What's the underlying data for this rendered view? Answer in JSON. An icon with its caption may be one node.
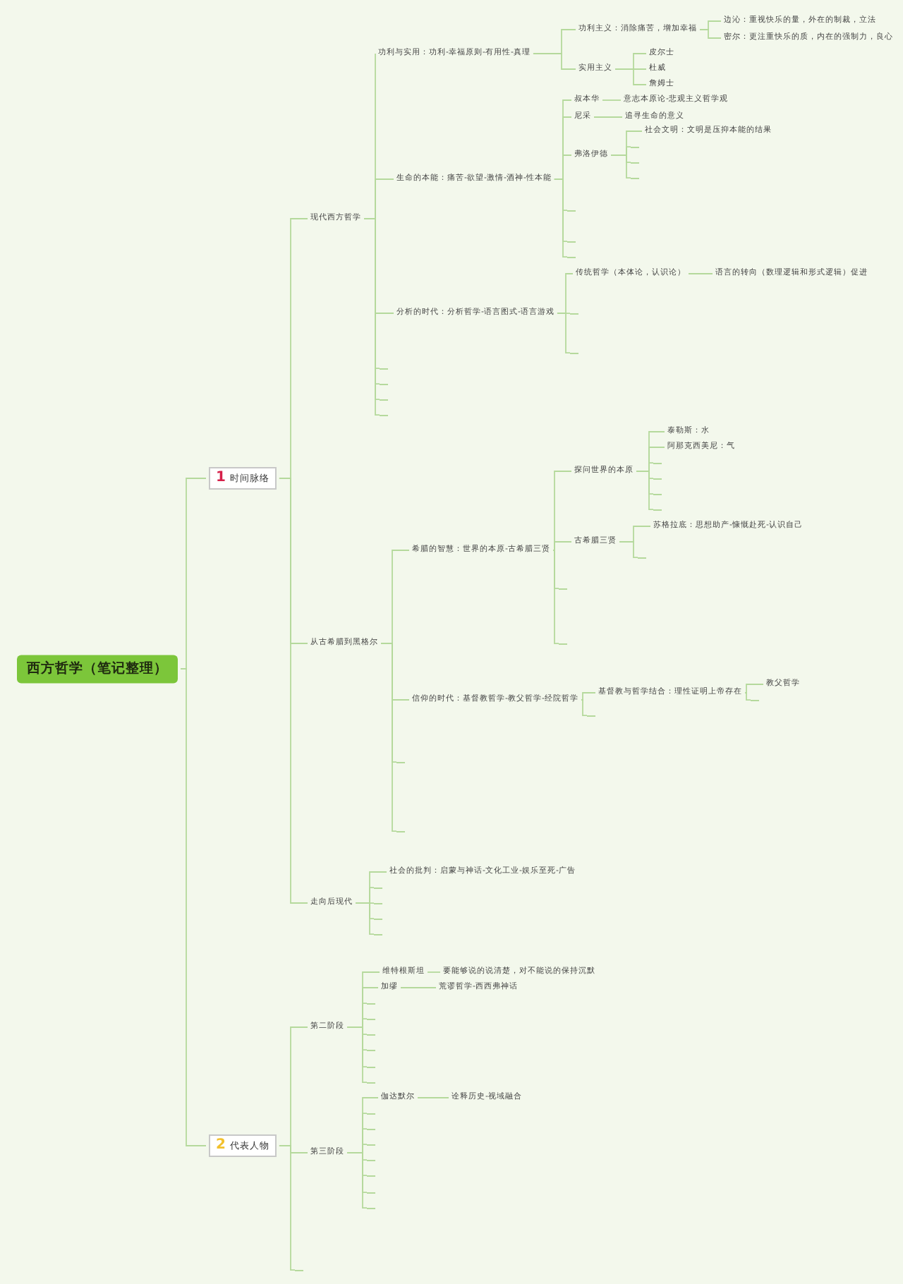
{
  "diagram": {
    "nodes": [
      {
        "text": [
          "西方哲学（笔记整理）"
        ]
      },
      {
        "text": [
          "1",
          "时间脉络"
        ]
      },
      {
        "text": [
          "2",
          "代表人物"
        ]
      },
      {
        "text": [
          "现代西方哲学"
        ]
      },
      {
        "text": [
          "功利与实用：功利-幸福原则-有用性-真理"
        ]
      },
      {
        "text": [
          "功利主义：消除痛苦，增加幸福"
        ]
      },
      {
        "text": [
          "边沁：重视快乐的量，外在的制裁，立法"
        ]
      },
      {
        "text": [
          "密尔：更注重快乐的质，内在的强制力，良心"
        ]
      },
      {
        "text": [
          "实用主义"
        ]
      },
      {
        "text": [
          "皮尔士"
        ]
      },
      {
        "text": [
          "杜威"
        ]
      },
      {
        "text": [
          "詹姆士"
        ]
      },
      {
        "text": [
          "生命的本能：痛苦-欲望-激情-酒神-性本能"
        ]
      },
      {
        "text": [
          "叔本华"
        ]
      },
      {
        "text": [
          "意志本原论-悲观主义哲学观"
        ]
      },
      {
        "text": [
          "尼采"
        ]
      },
      {
        "text": [
          "追寻生命的意义"
        ]
      },
      {
        "text": [
          "弗洛伊德"
        ]
      },
      {
        "text": [
          "社会文明：文明是压抑本能的结果"
        ]
      },
      {
        "text": [
          "分析的时代：分析哲学-语言图式-语言游戏"
        ]
      },
      {
        "text": [
          "传统哲学（本体论，认识论）"
        ]
      },
      {
        "text": [
          "语言的转向（数理逻辑和形式逻辑）促进"
        ]
      },
      {
        "text": [
          "从古希腊到黑格尔"
        ]
      },
      {
        "text": [
          "希腊的智慧：世界的本原-古希腊三贤"
        ]
      },
      {
        "text": [
          "探问世界的本原"
        ]
      },
      {
        "text": [
          "泰勒斯：水"
        ]
      },
      {
        "text": [
          "阿那克西美尼：气"
        ]
      },
      {
        "text": [
          "古希腊三贤"
        ]
      },
      {
        "text": [
          "苏格拉底：思想助产-慷慨赴死-认识自己"
        ]
      },
      {
        "text": [
          "信仰的时代：基督教哲学-教父哲学-经院哲学"
        ]
      },
      {
        "text": [
          "基督教与哲学结合：理性证明上帝存在"
        ]
      },
      {
        "text": [
          "教父哲学"
        ]
      },
      {
        "text": [
          "走向后现代"
        ]
      },
      {
        "text": [
          "社会的批判：启蒙与神话-文化工业-娱乐至死-广告"
        ]
      },
      {
        "text": [
          "第二阶段"
        ]
      },
      {
        "text": [
          "维特根斯坦"
        ]
      },
      {
        "text": [
          "要能够说的说清楚，对不能说的保持沉默"
        ]
      },
      {
        "text": [
          "加缪"
        ]
      },
      {
        "text": [
          "荒谬哲学-西西弗神话"
        ]
      },
      {
        "text": [
          "第三阶段"
        ]
      },
      {
        "text": [
          "伽达默尔"
        ]
      },
      {
        "text": [
          "诠释历史-视域融合"
        ]
      },
      {
        "text": [],
        "shape": "line"
      },
      {
        "text": [],
        "shape": "line"
      },
      {
        "text": [],
        "shape": "line"
      },
      {
        "text": [],
        "shape": "line"
      },
      {
        "text": [],
        "shape": "line"
      },
      {
        "text": [],
        "shape": "line"
      },
      {
        "text": [],
        "shape": "line"
      },
      {
        "text": [],
        "shape": "line"
      },
      {
        "text": [],
        "shape": "line"
      },
      {
        "text": [],
        "shape": "line"
      },
      {
        "text": [],
        "shape": "line"
      },
      {
        "text": [],
        "shape": "line"
      },
      {
        "text": [],
        "shape": "line"
      },
      {
        "text": [],
        "shape": "line"
      },
      {
        "text": [],
        "shape": "line"
      },
      {
        "text": [],
        "shape": "line"
      },
      {
        "text": [],
        "shape": "line"
      },
      {
        "text": [],
        "shape": "line"
      },
      {
        "text": [],
        "shape": "line"
      },
      {
        "text": [],
        "shape": "line"
      },
      {
        "text": [],
        "shape": "line"
      },
      {
        "text": [],
        "shape": "line"
      },
      {
        "text": [],
        "shape": "line"
      },
      {
        "text": [],
        "shape": "line"
      },
      {
        "text": [],
        "shape": "line"
      },
      {
        "text": [],
        "shape": "line"
      },
      {
        "text": [],
        "shape": "line"
      },
      {
        "text": [],
        "shape": "line"
      },
      {
        "text": [],
        "shape": "line"
      },
      {
        "text": [],
        "shape": "line"
      },
      {
        "text": [],
        "shape": "line"
      },
      {
        "text": [],
        "shape": "line"
      },
      {
        "text": [],
        "shape": "line"
      },
      {
        "text": [],
        "shape": "line"
      },
      {
        "text": [],
        "shape": "line"
      },
      {
        "text": [],
        "shape": "line"
      },
      {
        "text": [],
        "shape": "line"
      },
      {
        "text": [],
        "shape": "line"
      },
      {
        "text": [],
        "shape": "line"
      },
      {
        "text": [],
        "shape": "line"
      },
      {
        "text": [],
        "shape": "line"
      }
    ],
    "edges": [
      {
        "from": 0,
        "to": 1,
        "arrow": "none"
      },
      {
        "from": 0,
        "to": 2,
        "arrow": "none"
      },
      {
        "from": 1,
        "to": 3,
        "arrow": "none"
      },
      {
        "from": 1,
        "to": 22,
        "arrow": "none"
      },
      {
        "from": 1,
        "to": 32,
        "arrow": "none"
      },
      {
        "from": 3,
        "to": 4,
        "arrow": "none"
      },
      {
        "from": 3,
        "to": 12,
        "arrow": "none"
      },
      {
        "from": 3,
        "to": 19,
        "arrow": "none"
      },
      {
        "from": 3,
        "to": 42,
        "arrow": "none"
      },
      {
        "from": 3,
        "to": 43,
        "arrow": "none"
      },
      {
        "from": 3,
        "to": 44,
        "arrow": "none"
      },
      {
        "from": 3,
        "to": 45,
        "arrow": "none"
      },
      {
        "from": 4,
        "to": 5,
        "arrow": "none"
      },
      {
        "from": 4,
        "to": 8,
        "arrow": "none"
      },
      {
        "from": 5,
        "to": 6,
        "arrow": "none"
      },
      {
        "from": 5,
        "to": 7,
        "arrow": "none"
      },
      {
        "from": 8,
        "to": 9,
        "arrow": "none"
      },
      {
        "from": 8,
        "to": 10,
        "arrow": "none"
      },
      {
        "from": 8,
        "to": 11,
        "arrow": "none"
      },
      {
        "from": 12,
        "to": 13,
        "arrow": "none"
      },
      {
        "from": 12,
        "to": 15,
        "arrow": "none"
      },
      {
        "from": 12,
        "to": 17,
        "arrow": "none"
      },
      {
        "from": 12,
        "to": 46,
        "arrow": "none"
      },
      {
        "from": 12,
        "to": 47,
        "arrow": "none"
      },
      {
        "from": 12,
        "to": 48,
        "arrow": "none"
      },
      {
        "from": 13,
        "to": 14,
        "arrow": "none"
      },
      {
        "from": 15,
        "to": 16,
        "arrow": "none"
      },
      {
        "from": 17,
        "to": 18,
        "arrow": "none"
      },
      {
        "from": 17,
        "to": 49,
        "arrow": "none"
      },
      {
        "from": 17,
        "to": 50,
        "arrow": "none"
      },
      {
        "from": 17,
        "to": 51,
        "arrow": "none"
      },
      {
        "from": 19,
        "to": 20,
        "arrow": "none"
      },
      {
        "from": 19,
        "to": 52,
        "arrow": "none"
      },
      {
        "from": 19,
        "to": 53,
        "arrow": "none"
      },
      {
        "from": 20,
        "to": 21,
        "arrow": "none"
      },
      {
        "from": 22,
        "to": 23,
        "arrow": "none"
      },
      {
        "from": 22,
        "to": 29,
        "arrow": "none"
      },
      {
        "from": 22,
        "to": 54,
        "arrow": "none"
      },
      {
        "from": 22,
        "to": 55,
        "arrow": "none"
      },
      {
        "from": 23,
        "to": 24,
        "arrow": "none"
      },
      {
        "from": 23,
        "to": 27,
        "arrow": "none"
      },
      {
        "from": 23,
        "to": 56,
        "arrow": "none"
      },
      {
        "from": 23,
        "to": 57,
        "arrow": "none"
      },
      {
        "from": 24,
        "to": 25,
        "arrow": "none"
      },
      {
        "from": 24,
        "to": 26,
        "arrow": "none"
      },
      {
        "from": 24,
        "to": 58,
        "arrow": "none"
      },
      {
        "from": 24,
        "to": 59,
        "arrow": "none"
      },
      {
        "from": 24,
        "to": 60,
        "arrow": "none"
      },
      {
        "from": 24,
        "to": 61,
        "arrow": "none"
      },
      {
        "from": 27,
        "to": 28,
        "arrow": "none"
      },
      {
        "from": 27,
        "to": 62,
        "arrow": "none"
      },
      {
        "from": 29,
        "to": 30,
        "arrow": "none"
      },
      {
        "from": 29,
        "to": 63,
        "arrow": "none"
      },
      {
        "from": 30,
        "to": 31,
        "arrow": "none"
      },
      {
        "from": 30,
        "to": 64,
        "arrow": "none"
      },
      {
        "from": 2,
        "to": 34,
        "arrow": "none"
      },
      {
        "from": 2,
        "to": 39,
        "arrow": "none"
      },
      {
        "from": 2,
        "to": 65,
        "arrow": "none"
      },
      {
        "from": 32,
        "to": 33,
        "arrow": "none"
      },
      {
        "from": 32,
        "to": 66,
        "arrow": "none"
      },
      {
        "from": 32,
        "to": 67,
        "arrow": "none"
      },
      {
        "from": 32,
        "to": 68,
        "arrow": "none"
      },
      {
        "from": 32,
        "to": 69,
        "arrow": "none"
      },
      {
        "from": 34,
        "to": 35,
        "arrow": "none"
      },
      {
        "from": 34,
        "to": 37,
        "arrow": "none"
      },
      {
        "from": 34,
        "to": 70,
        "arrow": "none"
      },
      {
        "from": 34,
        "to": 71,
        "arrow": "none"
      },
      {
        "from": 34,
        "to": 72,
        "arrow": "none"
      },
      {
        "from": 34,
        "to": 73,
        "arrow": "none"
      },
      {
        "from": 34,
        "to": 74,
        "arrow": "none"
      },
      {
        "from": 34,
        "to": 75,
        "arrow": "none"
      },
      {
        "from": 35,
        "to": 36,
        "arrow": "none"
      },
      {
        "from": 37,
        "to": 38,
        "arrow": "none"
      },
      {
        "from": 39,
        "to": 40,
        "arrow": "none"
      },
      {
        "from": 39,
        "to": 76,
        "arrow": "none"
      },
      {
        "from": 39,
        "to": 77,
        "arrow": "none"
      },
      {
        "from": 39,
        "to": 78,
        "arrow": "none"
      },
      {
        "from": 39,
        "to": 79,
        "arrow": "none"
      },
      {
        "from": 39,
        "to": 80,
        "arrow": "none"
      },
      {
        "from": 39,
        "to": 81,
        "arrow": "none"
      },
      {
        "from": 39,
        "to": 82,
        "arrow": "none"
      },
      {
        "from": 40,
        "to": 41,
        "arrow": "none"
      }
    ]
  }
}
